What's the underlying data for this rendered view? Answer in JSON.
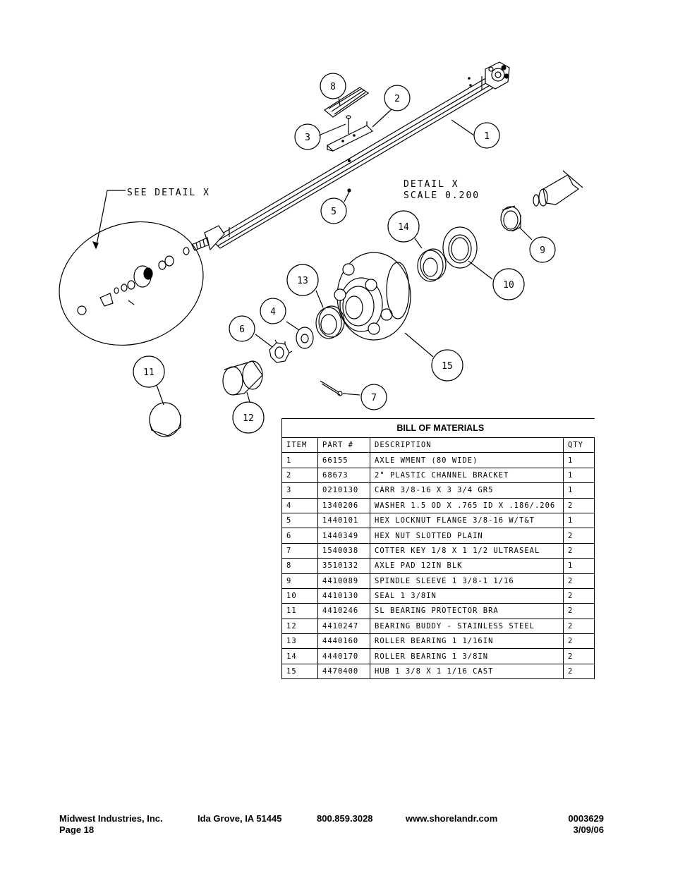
{
  "drawing": {
    "see_detail": "SEE DETAIL  X",
    "detail_title": "DETAIL  X",
    "detail_scale": "SCALE  0.200",
    "balloons": [
      "1",
      "2",
      "3",
      "4",
      "5",
      "6",
      "7",
      "8",
      "9",
      "10",
      "11",
      "12",
      "13",
      "14",
      "15"
    ]
  },
  "bom": {
    "title": "BILL OF MATERIALS",
    "headers": [
      "ITEM",
      "PART #",
      "DESCRIPTION",
      "QTY"
    ],
    "rows": [
      [
        "1",
        "66155",
        "AXLE WMENT (80 WIDE)",
        "1"
      ],
      [
        "2",
        "68673",
        "2\" PLASTIC CHANNEL BRACKET",
        "1"
      ],
      [
        "3",
        "0210130",
        "CARR 3/8-16 X 3 3/4 GR5",
        "1"
      ],
      [
        "4",
        "1340206",
        "WASHER 1.5 OD X .765 ID X .186/.206",
        "2"
      ],
      [
        "5",
        "1440101",
        "HEX LOCKNUT FLANGE 3/8-16 W/T&T",
        "1"
      ],
      [
        "6",
        "1440349",
        "HEX NUT SLOTTED PLAIN",
        "2"
      ],
      [
        "7",
        "1540038",
        "COTTER KEY 1/8 X 1 1/2 ULTRASEAL",
        "2"
      ],
      [
        "8",
        "3510132",
        "AXLE PAD 12IN  BLK",
        "1"
      ],
      [
        "9",
        "4410089",
        "SPINDLE SLEEVE  1 3/8-1 1/16",
        "2"
      ],
      [
        "10",
        "4410130",
        "SEAL  1 3/8IN",
        "2"
      ],
      [
        "11",
        "4410246",
        "SL BEARING PROTECTOR BRA",
        "2"
      ],
      [
        "12",
        "4410247",
        "BEARING BUDDY - STAINLESS STEEL",
        "2"
      ],
      [
        "13",
        "4440160",
        "ROLLER BEARING   1 1/16IN",
        "2"
      ],
      [
        "14",
        "4440170",
        "ROLLER BEARING   1 3/8IN",
        "2"
      ],
      [
        "15",
        "4470400",
        "HUB  1 3/8 X 1 1/16 CAST",
        "2"
      ]
    ]
  },
  "footer": {
    "company": "Midwest Industries, Inc.",
    "location": "Ida Grove, IA  51445",
    "phone": "800.859.3028",
    "website": "www.shorelandr.com",
    "doc_number": "0003629",
    "page": "Page 18",
    "date": "3/09/06"
  }
}
